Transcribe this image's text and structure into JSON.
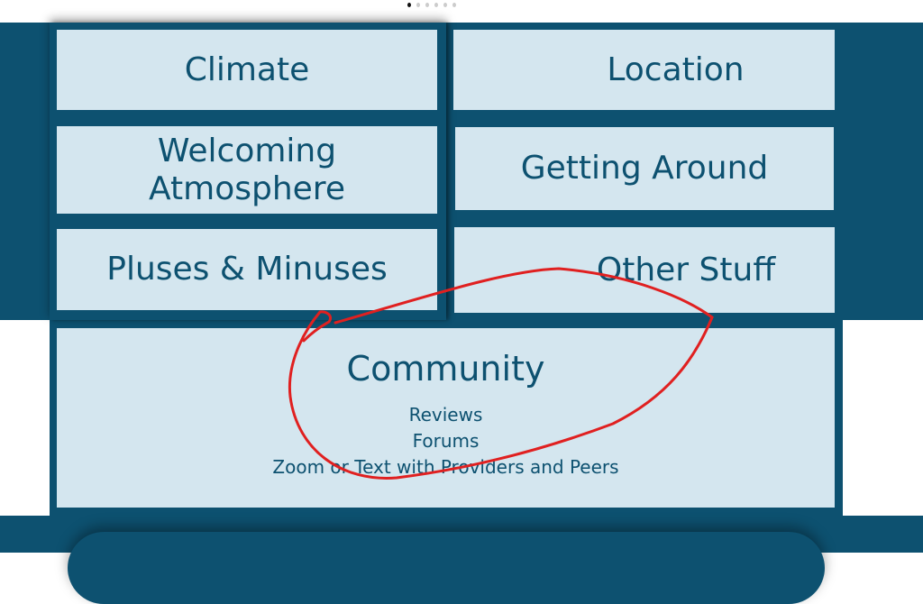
{
  "carousel": {
    "count": 6,
    "active": 0
  },
  "tiles": {
    "climate": "Climate",
    "location": "Location",
    "welcoming_line1": "Welcoming",
    "welcoming_line2": "Atmosphere",
    "getting_around": "Getting Around",
    "pluses_minuses": "Pluses & Minuses",
    "other_stuff": "Other Stuff"
  },
  "community": {
    "title": "Community",
    "items": [
      "Reviews",
      "Forums",
      "Zoom or Text with Providers and Peers"
    ]
  },
  "colors": {
    "brand": "#0d5170",
    "tile": "#d4e6ef",
    "annotation": "#e02020"
  }
}
